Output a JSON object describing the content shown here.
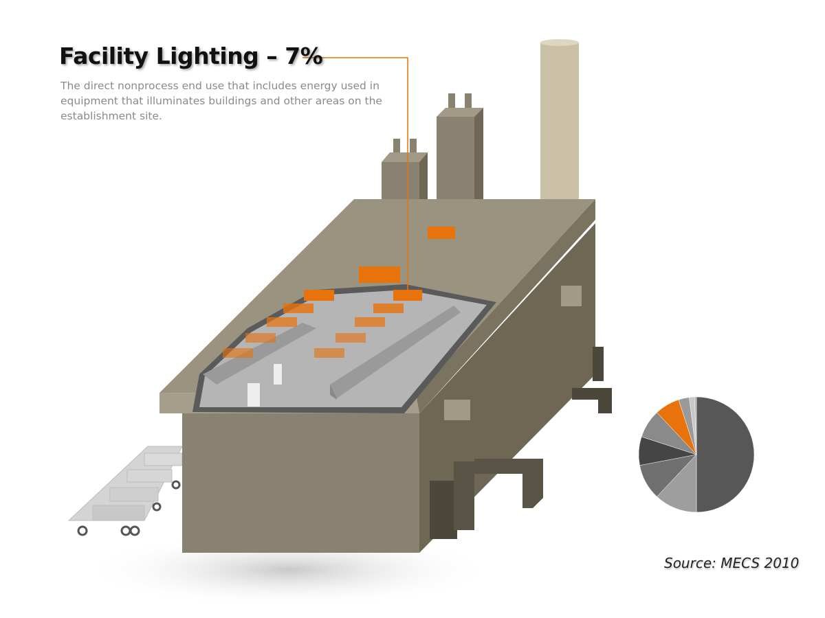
{
  "header": {
    "title": "Facility Lighting – 7%",
    "description": "The direct nonprocess end use that includes energy used in equipment that illuminates buildings and other areas on the establishment site."
  },
  "source": "Source: MECS 2010",
  "colors": {
    "accent": "#e8720c",
    "wall_front": "#8a8270",
    "wall_side": "#6e6754",
    "roof": "#9a9380",
    "stack": "#c9c0a6"
  },
  "pie": {
    "highlight_index": 5,
    "values": [
      50,
      12,
      10,
      8,
      8,
      7,
      3,
      1.5,
      0.5
    ],
    "colors": [
      "#575757",
      "#9e9e9e",
      "#707070",
      "#454545",
      "#8a8a8a",
      "#e8720c",
      "#9a9a9a",
      "#c8c8c8",
      "#b0b0b0"
    ]
  }
}
